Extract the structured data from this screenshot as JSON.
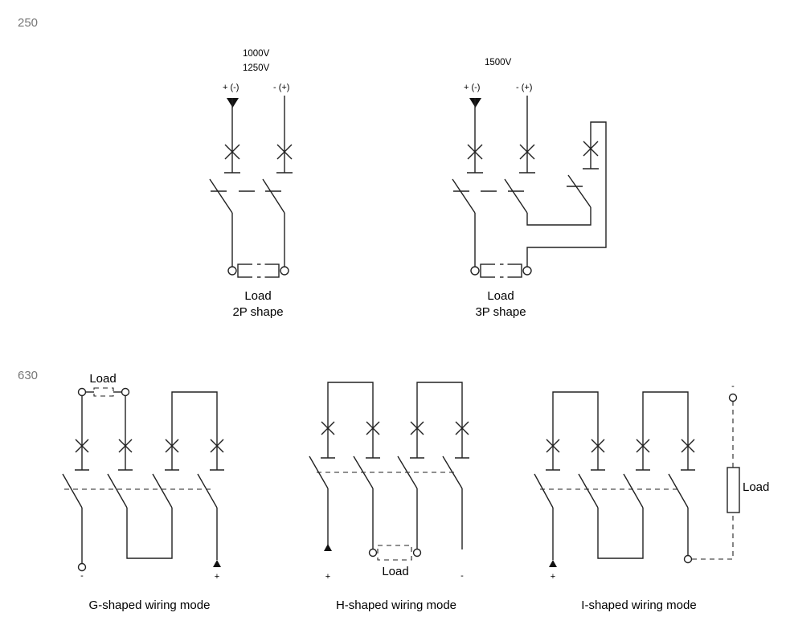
{
  "sections": {
    "s250": "250",
    "s630": "630"
  },
  "diagrams": {
    "d2p": {
      "voltage": [
        "1000V",
        "1250V"
      ],
      "pole_left": "+ (-)",
      "pole_right": "- (+)",
      "load": "Load",
      "caption": "2P shape"
    },
    "d3p": {
      "voltage": "1500V",
      "pole_left": "+ (-)",
      "pole_right": "- (+)",
      "load": "Load",
      "caption": "3P shape"
    },
    "g": {
      "load": "Load",
      "minus": "-",
      "plus": "+",
      "caption": "G-shaped wiring mode"
    },
    "h": {
      "load": "Load",
      "plus": "+",
      "minus": "-",
      "caption": "H-shaped wiring mode"
    },
    "i": {
      "load": "Load",
      "minus": "-",
      "plus": "+",
      "caption": "I-shaped wiring mode"
    }
  }
}
